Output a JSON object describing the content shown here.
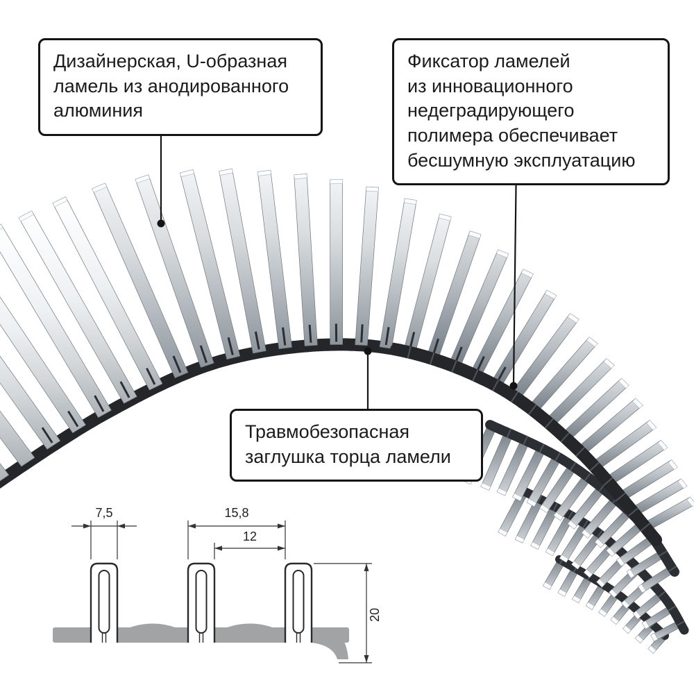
{
  "callouts": {
    "lamella": {
      "text": "Дизайнерская, U-образная\nламель из анодированного\nалюминия"
    },
    "fixator": {
      "text": "Фиксатор ламелей\nиз инновационного\nнедеградирующего\nполимера обеспечивает\nбесшумную эксплуатацию"
    },
    "endcap": {
      "text": "Травмобезопасная\nзаглушка торца ламели"
    }
  },
  "dimension_drawing": {
    "profile_width": "7,5",
    "pitch": "15,8",
    "gap": "12",
    "height": "20"
  },
  "colors": {
    "outline": "#141414",
    "band": "#24262a",
    "band_roll": "#2b2e33",
    "slit": "#50555c",
    "drawing_gray": "#a2a3a5",
    "drawing_line": "#2a2a2a"
  }
}
